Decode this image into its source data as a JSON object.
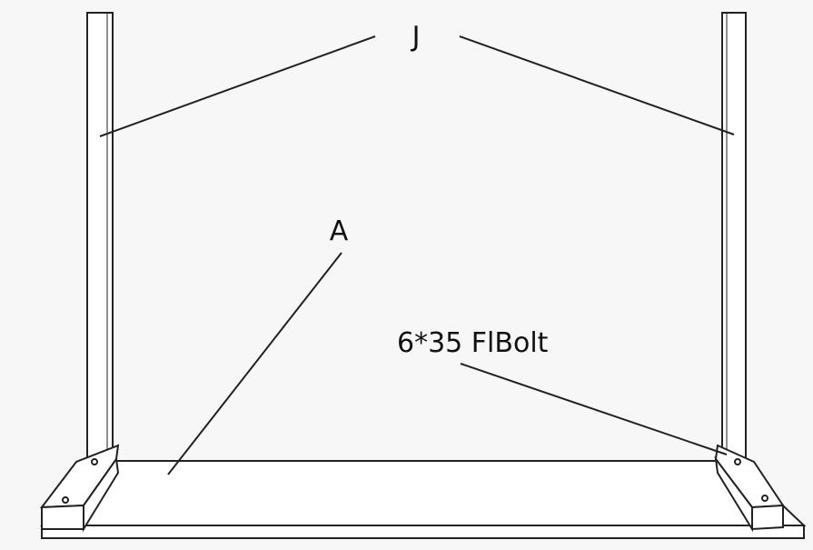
{
  "labels": {
    "leg_label": "J",
    "panel_label": "A",
    "bolt_label": "6*35 FlBolt"
  },
  "colors": {
    "background": "#f7f7f7",
    "line": "#222222",
    "fill": "#ffffff"
  }
}
